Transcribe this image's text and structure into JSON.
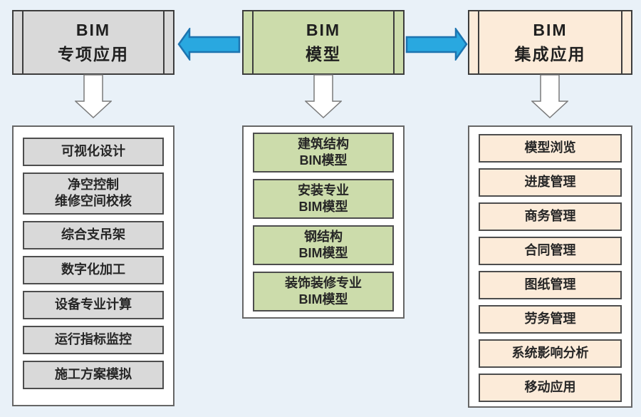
{
  "colors": {
    "background": "#e9f1f8",
    "arrow_blue": "#29a8e0",
    "arrow_blue_border": "#1d74b0",
    "left_fill": "#d9d9d9",
    "middle_fill": "#ccdcab",
    "right_fill": "#fcebd9",
    "box_border": "#3d3d3d",
    "container_border": "#666666"
  },
  "left_column": {
    "header": "BIM\n专项应用",
    "items": [
      "可视化设计",
      "净空控制\n维修空间校核",
      "综合支吊架",
      "数字化加工",
      "设备专业计算",
      "运行指标监控",
      "施工方案模拟"
    ]
  },
  "middle_column": {
    "header": "BIM\n模型",
    "items": [
      "建筑结构\nBIN模型",
      "安装专业\nBIM模型",
      "钢结构\nBIM模型",
      "装饰装修专业\nBIM模型"
    ]
  },
  "right_column": {
    "header": "BIM\n集成应用",
    "items": [
      "模型浏览",
      "进度管理",
      "商务管理",
      "合同管理",
      "图纸管理",
      "劳务管理",
      "系统影响分析",
      "移动应用"
    ]
  }
}
